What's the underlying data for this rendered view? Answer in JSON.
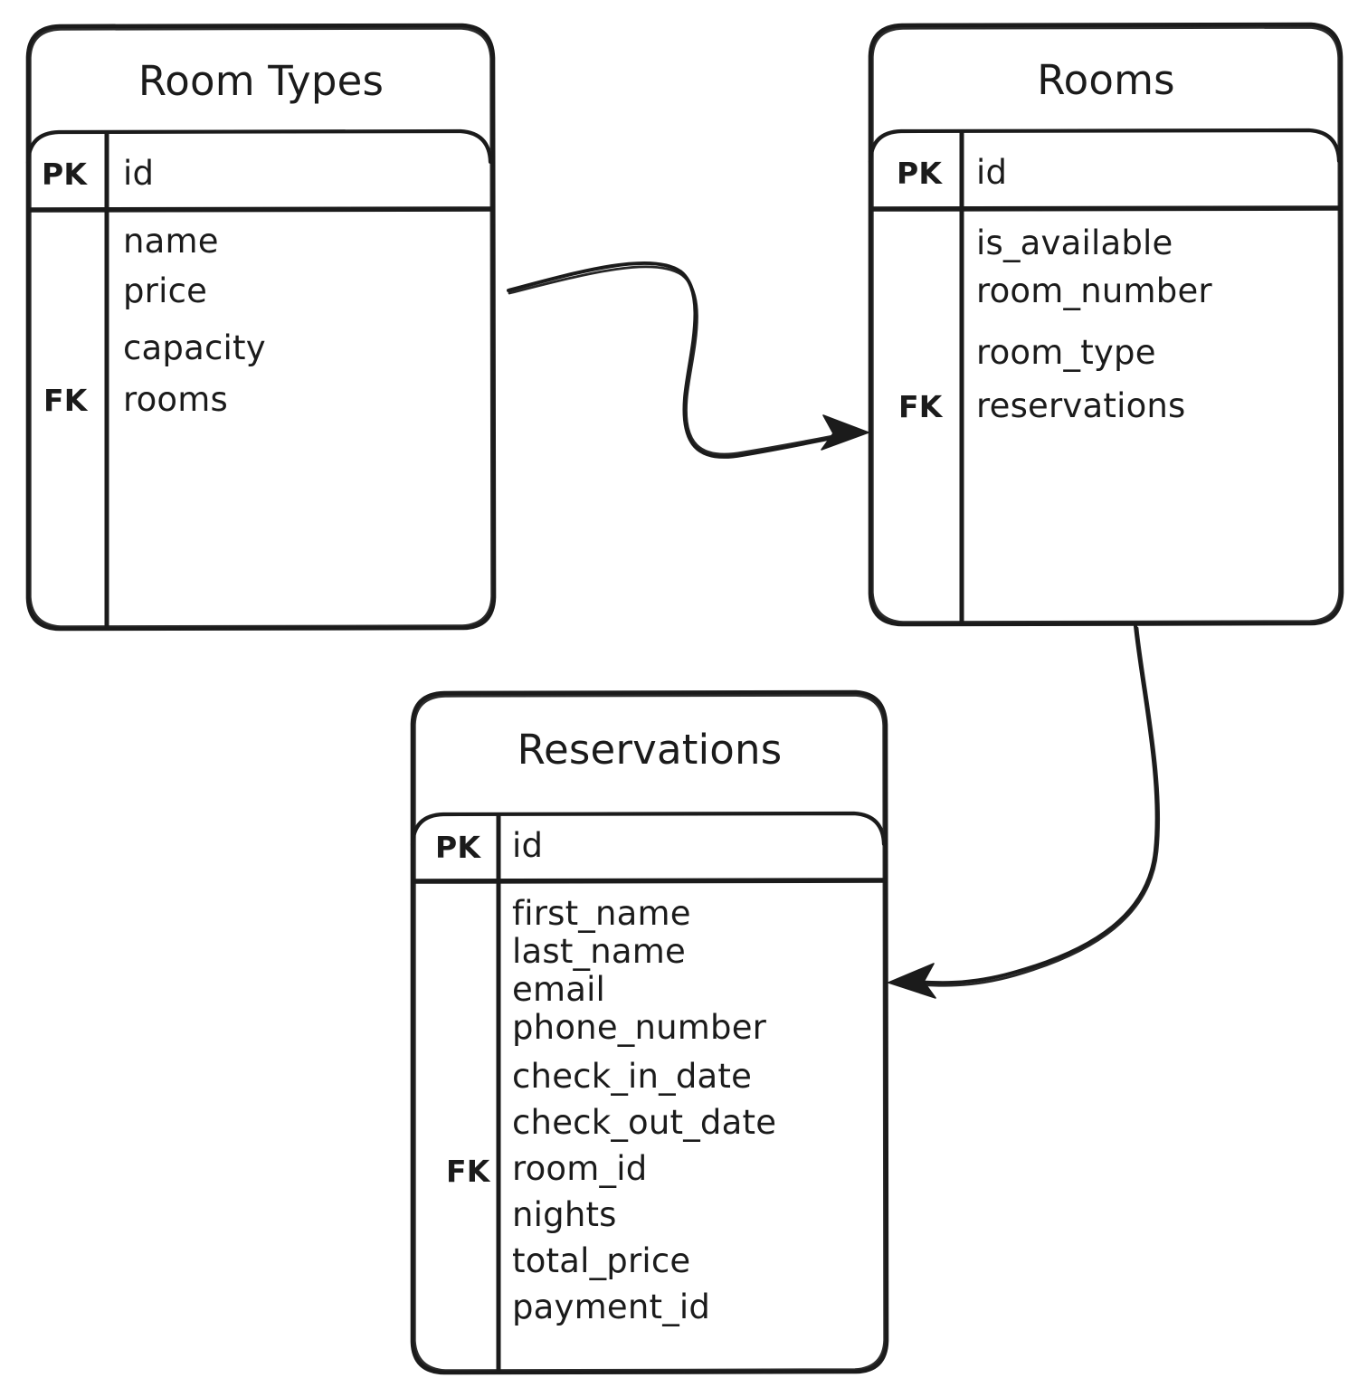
{
  "diagram": {
    "kind": "entity-relationship-diagram",
    "style": "hand-drawn",
    "background_color": "#ffffff",
    "stroke_color": "#1b1b1b",
    "entities": [
      {
        "id": "room-types",
        "title": "Room Types",
        "primary_key": {
          "key_label": "PK",
          "field": "id"
        },
        "foreign_key_label": "FK",
        "foreign_key_field": "rooms",
        "fields": [
          {
            "name": "name",
            "key": ""
          },
          {
            "name": "price",
            "key": ""
          },
          {
            "name": "capacity",
            "key": ""
          },
          {
            "name": "rooms",
            "key": "FK"
          }
        ]
      },
      {
        "id": "rooms",
        "title": "Rooms",
        "primary_key": {
          "key_label": "PK",
          "field": "id"
        },
        "foreign_key_label": "FK",
        "foreign_key_field": "reservations",
        "fields": [
          {
            "name": "is_available",
            "key": ""
          },
          {
            "name": "room_number",
            "key": ""
          },
          {
            "name": "room_type",
            "key": ""
          },
          {
            "name": "reservations",
            "key": "FK"
          }
        ]
      },
      {
        "id": "reservations",
        "title": "Reservations",
        "primary_key": {
          "key_label": "PK",
          "field": "id"
        },
        "foreign_key_label": "FK",
        "foreign_key_field": "room_id",
        "fields": [
          {
            "name": "first_name",
            "key": ""
          },
          {
            "name": "last_name",
            "key": ""
          },
          {
            "name": "email",
            "key": ""
          },
          {
            "name": "phone_number",
            "key": ""
          },
          {
            "name": "check_in_date",
            "key": ""
          },
          {
            "name": "check_out_date",
            "key": ""
          },
          {
            "name": "room_id",
            "key": "FK"
          },
          {
            "name": "nights",
            "key": ""
          },
          {
            "name": "total_price",
            "key": ""
          },
          {
            "name": "payment_id",
            "key": ""
          }
        ]
      }
    ],
    "relationships": [
      {
        "id": "room-types-to-rooms",
        "from": "room-types",
        "to": "rooms",
        "arrow": "single-headed"
      },
      {
        "id": "rooms-to-reservations",
        "from": "rooms",
        "to": "reservations",
        "arrow": "single-headed"
      }
    ]
  }
}
